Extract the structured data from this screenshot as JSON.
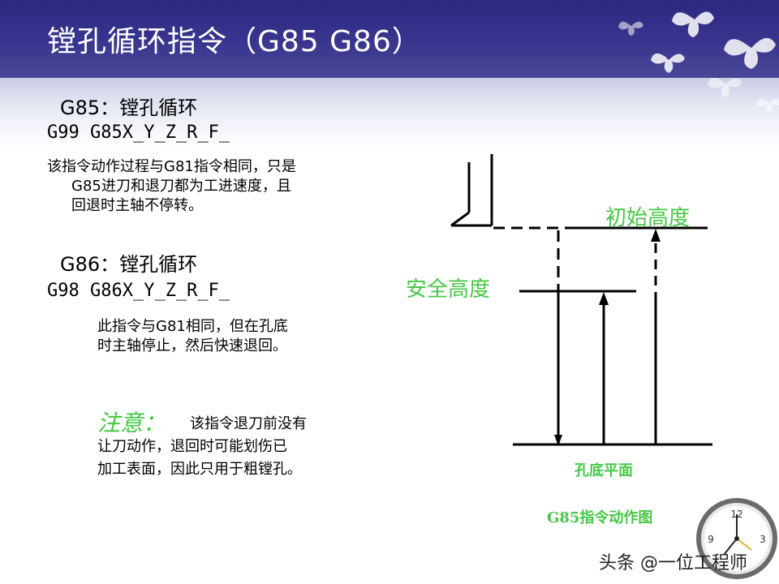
{
  "title": "镗孔循环指令（G85 G86）",
  "g85": {
    "heading": "G85：镗孔循环",
    "code": "G99 G85X_Y_Z_R_F_",
    "description_lines": [
      "该指令动作过程与G81指令相同，只是",
      "G85进刀和退刀都为工进速度，且",
      "回退时主轴不停转。"
    ]
  },
  "g86": {
    "heading": "G86：镗孔循环",
    "code": "G98 G86X_Y_Z_R_F_",
    "description_lines": [
      "此指令与G81相同，但在孔底",
      "时主轴停止，然后快速退回。"
    ]
  },
  "note": {
    "label": "注意：",
    "lines": [
      "该指令退刀前没有",
      "让刀动作，退回时可能划伤已",
      "加工表面，因此只用于粗镗孔。"
    ]
  },
  "diagram": {
    "initial_height": "初始高度",
    "safe_height": "安全高度",
    "hole_bottom": "孔底平面",
    "caption": "G85指令动作图"
  },
  "clock": {
    "numbers": [
      "12",
      "3",
      "9"
    ]
  },
  "watermark": "头条 @一位工程师",
  "colors": {
    "header": "#2c2880",
    "green_label": "#46c846",
    "text": "#000000"
  }
}
